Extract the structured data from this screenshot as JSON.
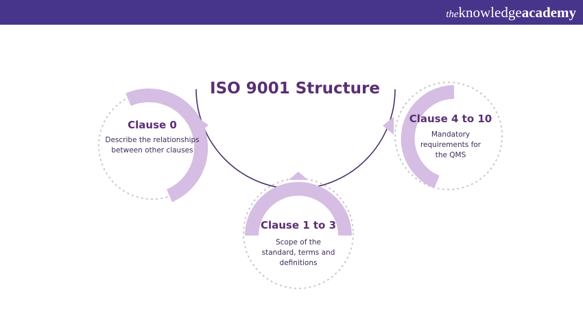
{
  "header": {
    "logo_prefix": "the",
    "logo_mid": "knowledge",
    "logo_suffix": "academy"
  },
  "title": "ISO 9001 Structure",
  "clauses": [
    {
      "title": "Clause 0",
      "description": "Describe the relationships between other clauses"
    },
    {
      "title": "Clause 1 to 3",
      "description": "Scope of the standard, terms and definitions"
    },
    {
      "title": "Clause 4 to 10",
      "description": "Mandatory requirements for the QMS"
    }
  ],
  "colors": {
    "header": "#47348b",
    "arc": "#d5bde4",
    "text": "#5a2f73",
    "dots": "#c9c2cf",
    "title_arc": "#4a2c66"
  }
}
